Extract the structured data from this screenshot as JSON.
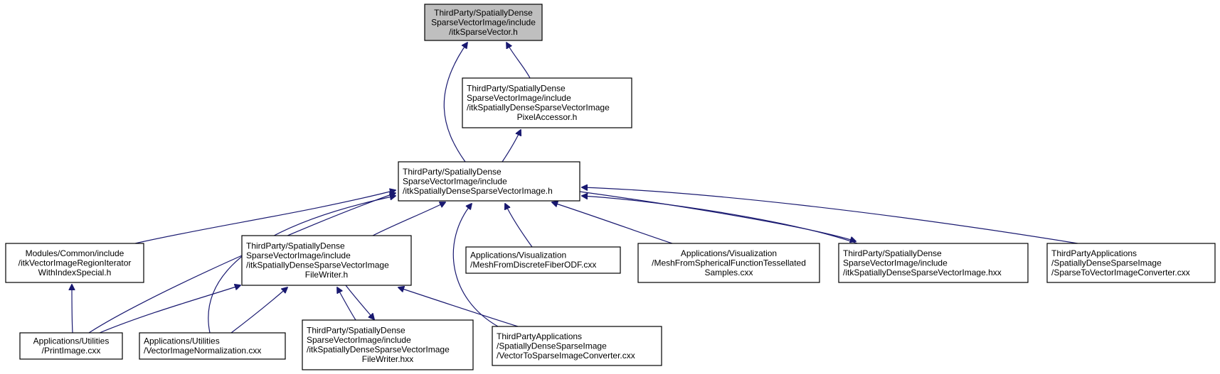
{
  "colors": {
    "edge": "#191970",
    "root_fill": "#bfbfbf",
    "node_fill": "#ffffff",
    "border": "#000000"
  },
  "nodes": [
    {
      "id": "sparse_vector",
      "lines": [
        "ThirdParty/SpatiallyDense",
        "SparseVectorImage/include",
        "/itkSparseVector.h"
      ],
      "highlight": true
    },
    {
      "id": "pixel_accessor",
      "lines": [
        "ThirdParty/SpatiallyDense",
        "SparseVectorImage/include",
        "/itkSpatiallyDenseSparseVectorImage",
        "PixelAccessor.h"
      ]
    },
    {
      "id": "sdsvi_h",
      "lines": [
        "ThirdParty/SpatiallyDense",
        "SparseVectorImage/include",
        "/itkSpatiallyDenseSparseVectorImage.h"
      ]
    },
    {
      "id": "region_iter",
      "lines": [
        "Modules/Common/include",
        "/itkVectorImageRegionIterator",
        "WithIndexSpecial.h"
      ]
    },
    {
      "id": "file_writer_h",
      "lines": [
        "ThirdParty/SpatiallyDense",
        "SparseVectorImage/include",
        "/itkSpatiallyDenseSparseVectorImage",
        "FileWriter.h"
      ]
    },
    {
      "id": "mesh_fiber",
      "lines": [
        "Applications/Visualization",
        "/MeshFromDiscreteFiberODF.cxx"
      ]
    },
    {
      "id": "mesh_spherical",
      "lines": [
        "Applications/Visualization",
        "/MeshFromSphericalFunctionTessellated",
        "Samples.cxx"
      ]
    },
    {
      "id": "sdsvi_hxx",
      "lines": [
        "ThirdParty/SpatiallyDense",
        "SparseVectorImage/include",
        "/itkSpatiallyDenseSparseVectorImage.hxx"
      ]
    },
    {
      "id": "sparse_to_vec",
      "lines": [
        "ThirdPartyApplications",
        "/SpatiallyDenseSparseImage",
        "/SparseToVectorImageConverter.cxx"
      ]
    },
    {
      "id": "print_image",
      "lines": [
        "Applications/Utilities",
        "/PrintImage.cxx"
      ]
    },
    {
      "id": "vec_norm",
      "lines": [
        "Applications/Utilities",
        "/VectorImageNormalization.cxx"
      ]
    },
    {
      "id": "file_writer_hxx",
      "lines": [
        "ThirdParty/SpatiallyDense",
        "SparseVectorImage/include",
        "/itkSpatiallyDenseSparseVectorImage",
        "FileWriter.hxx"
      ]
    },
    {
      "id": "vec_to_sparse",
      "lines": [
        "ThirdPartyApplications",
        "/SpatiallyDenseSparseImage",
        "/VectorToSparseImageConverter.cxx"
      ]
    }
  ],
  "edges": [
    {
      "from": "pixel_accessor",
      "to": "sparse_vector"
    },
    {
      "from": "sdsvi_h",
      "to": "sparse_vector"
    },
    {
      "from": "sdsvi_h",
      "to": "pixel_accessor"
    },
    {
      "from": "region_iter",
      "to": "sdsvi_h"
    },
    {
      "from": "print_image",
      "to": "sdsvi_h"
    },
    {
      "from": "vec_norm",
      "to": "sdsvi_h"
    },
    {
      "from": "file_writer_h",
      "to": "sdsvi_h"
    },
    {
      "from": "vec_to_sparse",
      "to": "sdsvi_h"
    },
    {
      "from": "mesh_fiber",
      "to": "sdsvi_h"
    },
    {
      "from": "mesh_spherical",
      "to": "sdsvi_h"
    },
    {
      "from": "sdsvi_hxx",
      "to": "sdsvi_h"
    },
    {
      "from": "sdsvi_h",
      "to": "sdsvi_hxx"
    },
    {
      "from": "sparse_to_vec",
      "to": "sdsvi_h"
    },
    {
      "from": "print_image",
      "to": "region_iter"
    },
    {
      "from": "print_image",
      "to": "file_writer_h"
    },
    {
      "from": "vec_norm",
      "to": "file_writer_h"
    },
    {
      "from": "file_writer_hxx",
      "to": "file_writer_h"
    },
    {
      "from": "file_writer_h",
      "to": "file_writer_hxx"
    },
    {
      "from": "vec_to_sparse",
      "to": "file_writer_h"
    }
  ]
}
